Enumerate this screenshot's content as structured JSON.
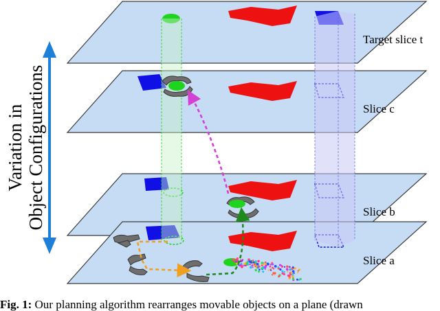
{
  "diagram": {
    "axis_label_line1": "Variation in",
    "axis_label_line2": "Object Configurations",
    "slices": [
      {
        "key": "target",
        "label": "Target slice t"
      },
      {
        "key": "c",
        "label": "Slice c"
      },
      {
        "key": "b",
        "label": "Slice b"
      },
      {
        "key": "a",
        "label": "Slice a"
      }
    ],
    "colors": {
      "plane_fill": "#c6dcf5",
      "plane_stroke": "#3a3a3a",
      "green_object": "#1fd41f",
      "red_object": "#ee1111",
      "blue_object": "#1010e6",
      "green_column": "#c8f0c8",
      "blue_column": "#c9c9f5",
      "axis_arrow": "#1e7fd8",
      "magenta_path": "#d43fd4",
      "green_path": "#1e8a1e",
      "orange_path": "#f0a020"
    }
  },
  "caption": {
    "prefix": "Fig. 1:",
    "text": " Our planning algorithm rearranges movable objects on a plane (drawn"
  }
}
